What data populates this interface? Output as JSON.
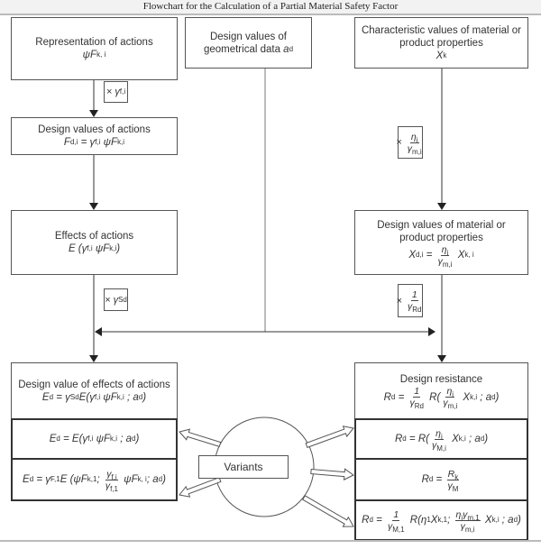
{
  "title": "Flowchart for the Calculation of a Partial Material Safety Factor",
  "boxes": {
    "representation": {
      "label": "Representation of actions",
      "formula": "ψF_{k, i}"
    },
    "geometrical": {
      "label1": "Design values of",
      "label2": "geometrical data ",
      "formula": "a_{d}"
    },
    "characteristic": {
      "label1": "Characteristic values of material or",
      "label2": "product properties",
      "formula": "X_{k}"
    },
    "design_actions": {
      "label": "Design values of actions",
      "formula": "F_{d,i} = γ_{f,i} ψF_{k,i}"
    },
    "effects": {
      "label": "Effects of actions",
      "formula": "E (γ_{f,i} ψF_{k,i})"
    },
    "design_material": {
      "label1": "Design values of material or",
      "label2": "product properties",
      "formula": "X_{d,i} = \\frac{η_{i}}{γ_{m,i}} X_{k, i}"
    },
    "design_effects": {
      "label": "Design value of effects of actions",
      "formula": "E_{d} = γ_{Sd}E(γ_{f,i} ψF_{k,i} ; a_{d})"
    },
    "design_resistance": {
      "label": "Design resistance",
      "formula": "R_{d} = \\frac{1}{γ_{Rd}} R(\\frac{η_{i}}{γ_{m,i}} X_{k,i} ; a_{d})"
    }
  },
  "factors": {
    "gamma_f": "× γ_{f,i}",
    "gamma_sd": "× γ_{Sd}",
    "eta_gamma_m": "× \\frac{η_{i}}{γ_{m,i}}",
    "inv_gamma_rd": "× \\frac{1}{γ_{Rd}}"
  },
  "variants": {
    "label": "Variants",
    "effects": [
      "E_{d} = E(γ_{f,i} ψF_{k,i} ; a_{d})",
      "E_{d} = γ_{F,1}E (ψF_{k,1}; \\frac{γ_{f,i}}{γ_{f,1}} ψF_{k, i}; a_{d})"
    ],
    "resistance": [
      "R_{d} = R(\\frac{η_{i}}{γ_{M,i}} X_{k,i} ; a_{d})",
      "R_{d} = \\frac{R_{k}}{γ_{M}}",
      "R_{d} = \\frac{1}{γ_{M,1}} R(η_{1}X_{k,1}; \\frac{η_{i}γ_{m,1}}{γ_{m,i}} X_{k,i} ; a_{d})"
    ]
  }
}
